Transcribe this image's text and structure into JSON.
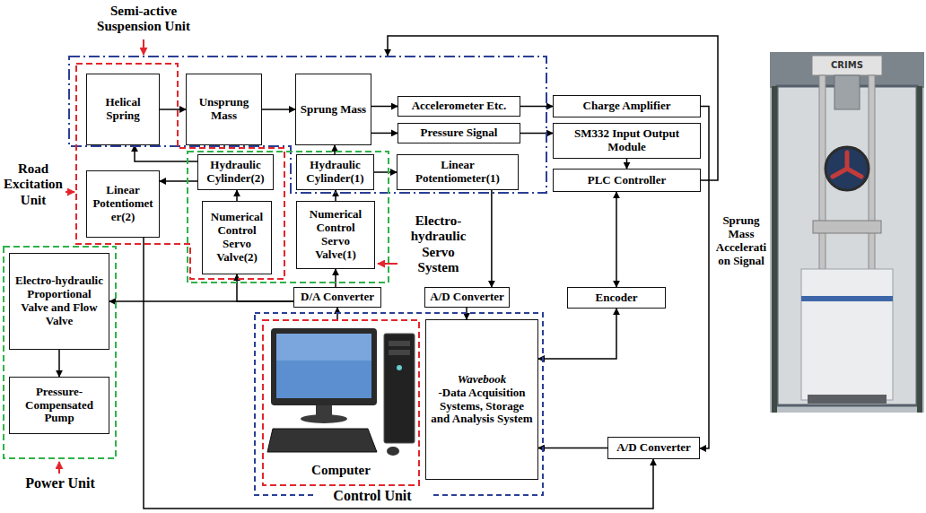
{
  "diagram": {
    "nodes": [
      {
        "text": [
          "Semi-active Suspension Unit"
        ]
      },
      {
        "text": [
          "Road Excitation Unit"
        ]
      },
      {
        "text": [
          "Electro-hydraulic Servo System"
        ]
      },
      {
        "text": [
          "Helical Spring"
        ],
        "in": 1
      },
      {
        "text": [
          "Unsprung Mass"
        ],
        "in": 0
      },
      {
        "text": [
          "Sprung Mass"
        ],
        "in": 0
      },
      {
        "text": [
          "Accelerometer Etc."
        ],
        "in": 0
      },
      {
        "text": [
          "Pressure Signal"
        ],
        "in": 0
      },
      {
        "text": [
          "Linear Potentiometer(2)"
        ],
        "in": 1
      },
      {
        "text": [
          "Hydraulic Cylinder(2)"
        ],
        "in": 1
      },
      {
        "text": [
          "Hydraulic Cylinder(1)"
        ],
        "in": 2
      },
      {
        "text": [
          "Linear Potentiometer(1)"
        ],
        "in": 0
      },
      {
        "text": [
          "Numerical Control Servo Valve(2)"
        ],
        "in": 1
      },
      {
        "text": [
          "Numerical Control Servo Valve(1)"
        ],
        "in": 2
      },
      {
        "text": [
          "Charge Amplifier"
        ]
      },
      {
        "text": [
          "SM332 Input Output Module"
        ]
      },
      {
        "text": [
          "PLC Controller"
        ]
      },
      {
        "text": [
          "Encoder"
        ]
      },
      {
        "text": [
          "Power Unit"
        ]
      },
      {
        "text": [
          "Electro-hydraulic Proportional Valve and Flow Valve"
        ],
        "in": 18
      },
      {
        "text": [
          "Pressure-Compensated Pump"
        ],
        "in": 18
      },
      {
        "text": [
          "D/A Converter"
        ]
      },
      {
        "text": [
          "A/D Converter"
        ]
      },
      {
        "text": [
          "Control Unit"
        ]
      },
      {
        "text": [
          "Computer"
        ],
        "in": 23
      },
      {
        "text": [
          "Wavebook",
          "-Data Acquisition Systems, Storage and Analysis System"
        ],
        "in": 23
      },
      {
        "text": [
          "A/D Converter"
        ]
      }
    ],
    "edges": [
      {
        "from": 3,
        "to": 4,
        "arrow": "to"
      },
      {
        "from": 4,
        "to": 5,
        "arrow": "to"
      },
      {
        "from": 5,
        "to": 6,
        "arrow": "to"
      },
      {
        "from": 5,
        "to": 7,
        "arrow": "to"
      },
      {
        "from": 6,
        "to": 14,
        "arrow": "to"
      },
      {
        "from": 7,
        "to": 15,
        "arrow": "to"
      },
      {
        "from": 15,
        "to": 16,
        "arrow": "to"
      },
      {
        "from": 16,
        "to": 0,
        "arrow": "to"
      },
      {
        "from": 14,
        "to": 26,
        "label": "Sprung Mass Acceleration Signal",
        "arrow": "to"
      },
      {
        "from": 16,
        "to": 17,
        "arrow": "both"
      },
      {
        "from": 25,
        "to": 17,
        "arrow": "both"
      },
      {
        "from": 26,
        "to": 25,
        "arrow": "to"
      },
      {
        "from": 10,
        "to": 5,
        "arrow": "to"
      },
      {
        "from": 10,
        "to": 11,
        "arrow": "to"
      },
      {
        "from": 13,
        "to": 10,
        "arrow": "to"
      },
      {
        "from": 12,
        "to": 9,
        "arrow": "to"
      },
      {
        "from": 9,
        "to": 3,
        "arrow": "to"
      },
      {
        "from": 9,
        "to": 8,
        "arrow": "to"
      },
      {
        "from": 11,
        "to": 22,
        "arrow": "to"
      },
      {
        "from": 22,
        "to": 25,
        "arrow": "to"
      },
      {
        "from": 21,
        "to": 13,
        "arrow": "to"
      },
      {
        "from": 21,
        "to": 12,
        "arrow": "to"
      },
      {
        "from": 21,
        "to": 19,
        "arrow": "to"
      },
      {
        "from": 24,
        "to": 21,
        "arrow": "to"
      },
      {
        "from": 19,
        "to": 20,
        "arrow": "to"
      },
      {
        "from": 8,
        "to": 26,
        "arrow": "to"
      }
    ],
    "labels": [
      "CRIMS"
    ]
  }
}
